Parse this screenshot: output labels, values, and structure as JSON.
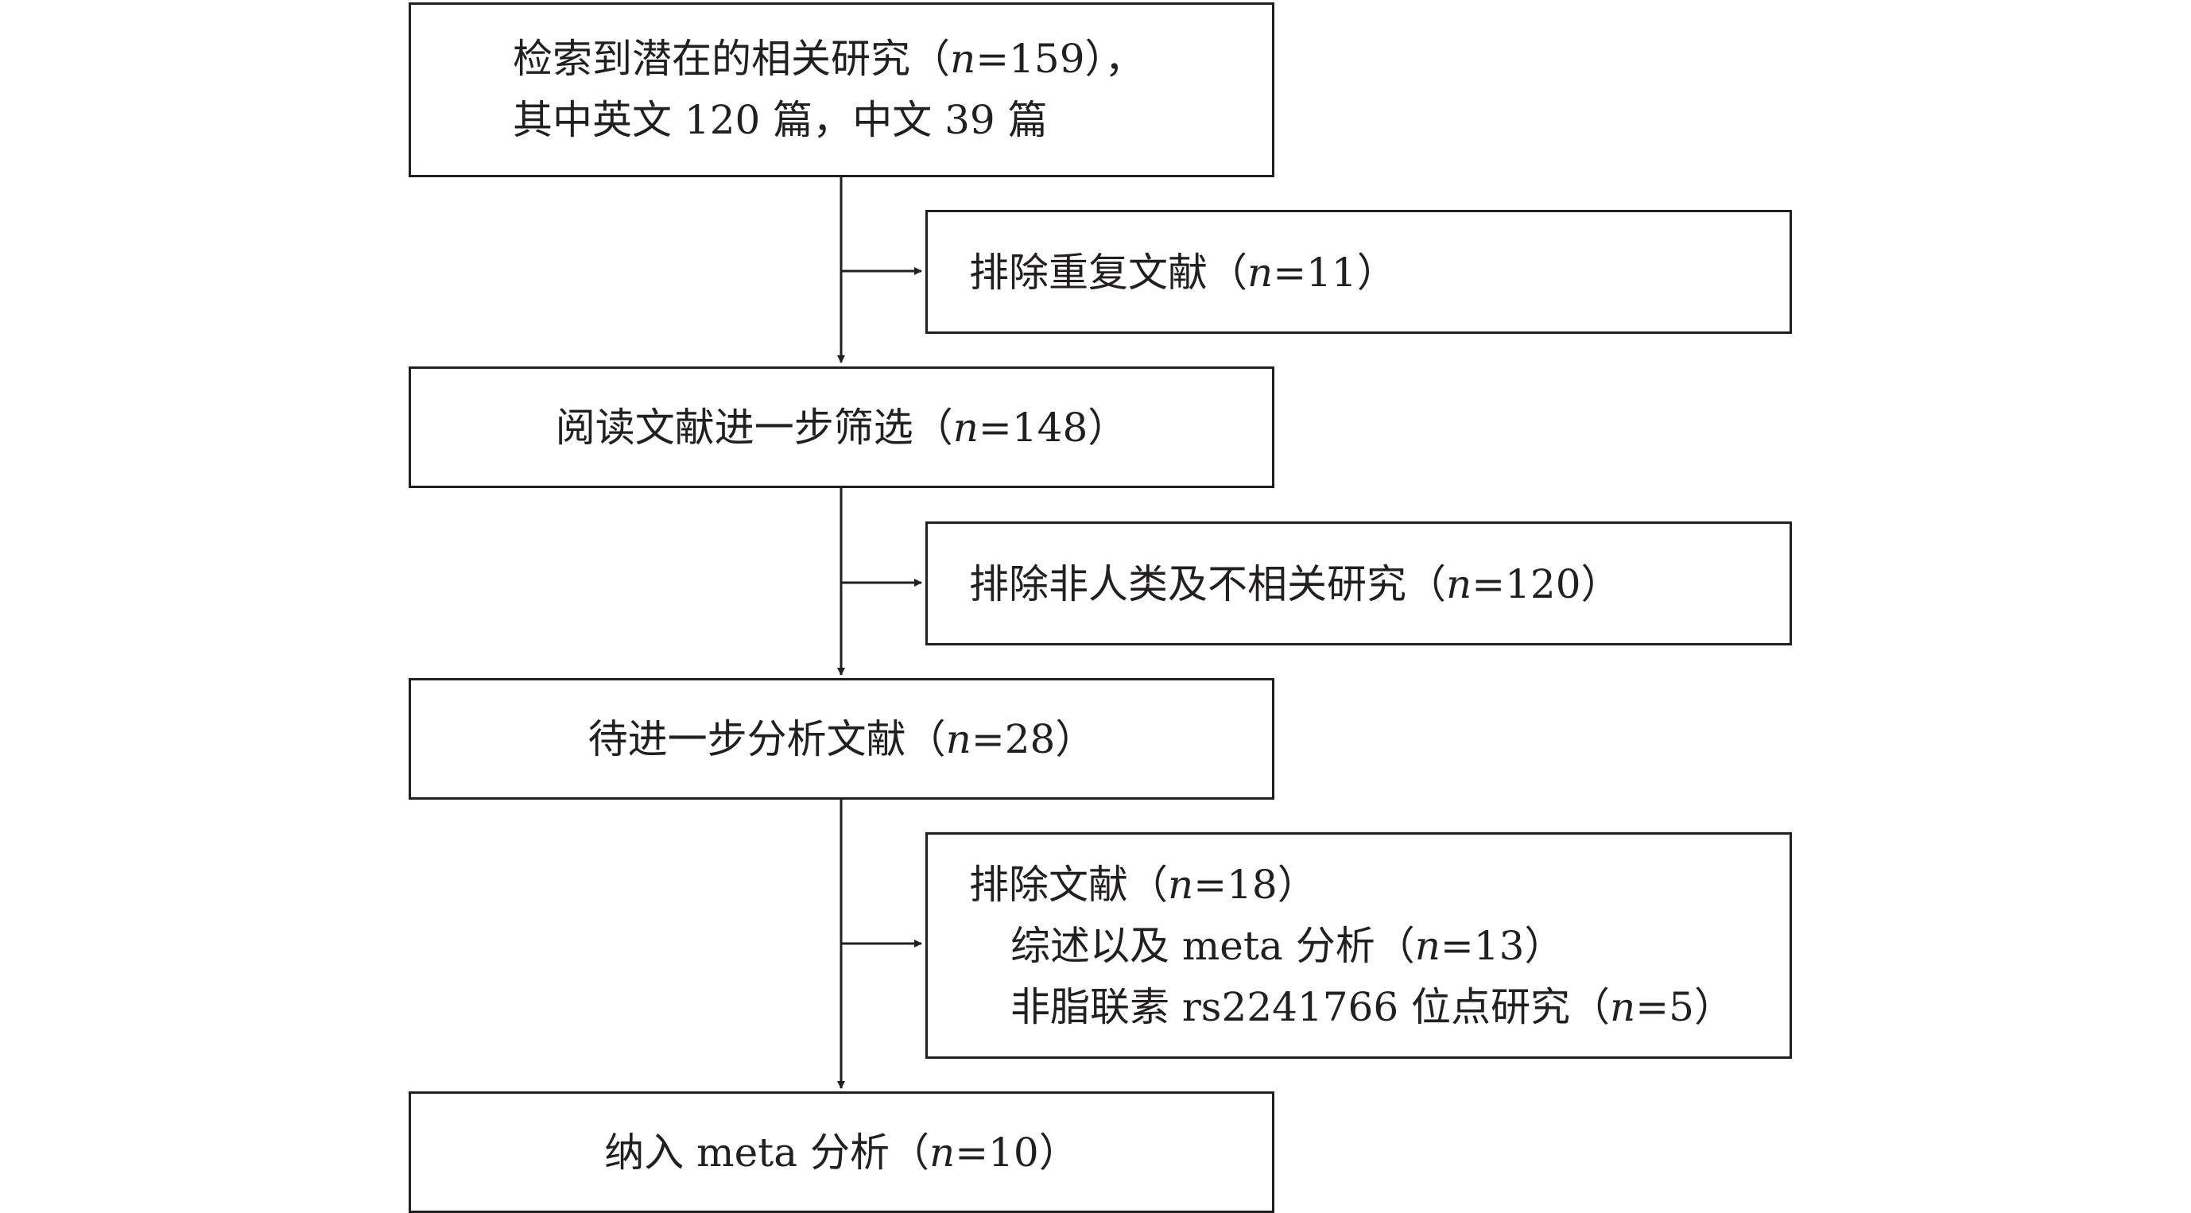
{
  "flow": {
    "main": [
      {
        "lines": [
          {
            "prefix": "检索到潜在的相关研究（",
            "n": "n",
            "suffix": "=159），"
          },
          {
            "text": "其中英文 120 篇，中文 39 篇"
          }
        ]
      },
      {
        "lines": [
          {
            "prefix": "阅读文献进一步筛选（",
            "n": "n",
            "suffix": "=148）"
          }
        ]
      },
      {
        "lines": [
          {
            "prefix": "待进一步分析文献（",
            "n": "n",
            "suffix": "=28）"
          }
        ]
      },
      {
        "lines": [
          {
            "prefix": "纳入 meta 分析（",
            "n": "n",
            "suffix": "=10）"
          }
        ]
      }
    ],
    "exclusions": [
      {
        "lines": [
          {
            "prefix": "排除重复文献（",
            "n": "n",
            "suffix": "=11）"
          }
        ]
      },
      {
        "lines": [
          {
            "prefix": "排除非人类及不相关研究（",
            "n": "n",
            "suffix": "=120）"
          }
        ]
      },
      {
        "lines": [
          {
            "prefix": "排除文献（",
            "n": "n",
            "suffix": "=18）"
          },
          {
            "prefix": "综述以及 meta 分析（",
            "n": "n",
            "suffix": "=13）"
          },
          {
            "prefix": "非脂联素 rs2241766 位点研究（",
            "n": "n",
            "suffix": "=5）"
          }
        ]
      }
    ]
  },
  "colors": {
    "stroke": "#231f20",
    "background": "#ffffff"
  }
}
